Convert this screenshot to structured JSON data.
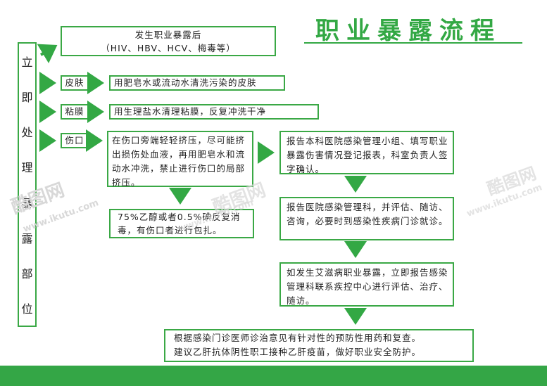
{
  "title": "职业暴露流程",
  "left_label_chars": [
    "立",
    "即",
    "处",
    "理",
    "暴",
    "露",
    "部",
    "位"
  ],
  "top_box": {
    "line1": "发生职业暴露后",
    "line2": "（HIV、HBV、HCV、梅毒等）"
  },
  "rows": [
    {
      "tag": "皮肤",
      "text": "用肥皂水或流动水清洗污染的皮肤"
    },
    {
      "tag": "粘膜",
      "text": "用生理盐水清理粘膜，反复冲洗干净"
    },
    {
      "tag": "伤口"
    }
  ],
  "wound_steps": {
    "squeeze": "在伤口旁端轻轻挤压，尽可能挤出损伤处血液，再用肥皂水和流动水冲洗，禁止进行伤口的局部挤压。",
    "disinfect": "75%乙醇或者0.5%碘反复消毒，有伤口者进行包扎。"
  },
  "report_steps": [
    "报告本科医院感染管理小组、填写职业暴露伤害情况登记报表，科室负责人签字确认。",
    "报告医院感染管理科，并评估、随访、咨询，必要时到感染性疾病门诊就诊。",
    "如发生艾滋病职业暴露，立即报告感染管理科联系疾控中心进行评估、治疗、随访。"
  ],
  "final_step": {
    "line1": "根据感染门诊医师诊治意见有针对性的预防性用药和复查。",
    "line2": "建议乙肝抗体阴性职工接种乙肝疫苗，做好职业安全防护。"
  },
  "watermark": {
    "logo": "酷图网",
    "url": "www.ikutu.com"
  },
  "colors": {
    "accent": "#33a844",
    "footer": "#34a646",
    "border": "#3aa845"
  }
}
